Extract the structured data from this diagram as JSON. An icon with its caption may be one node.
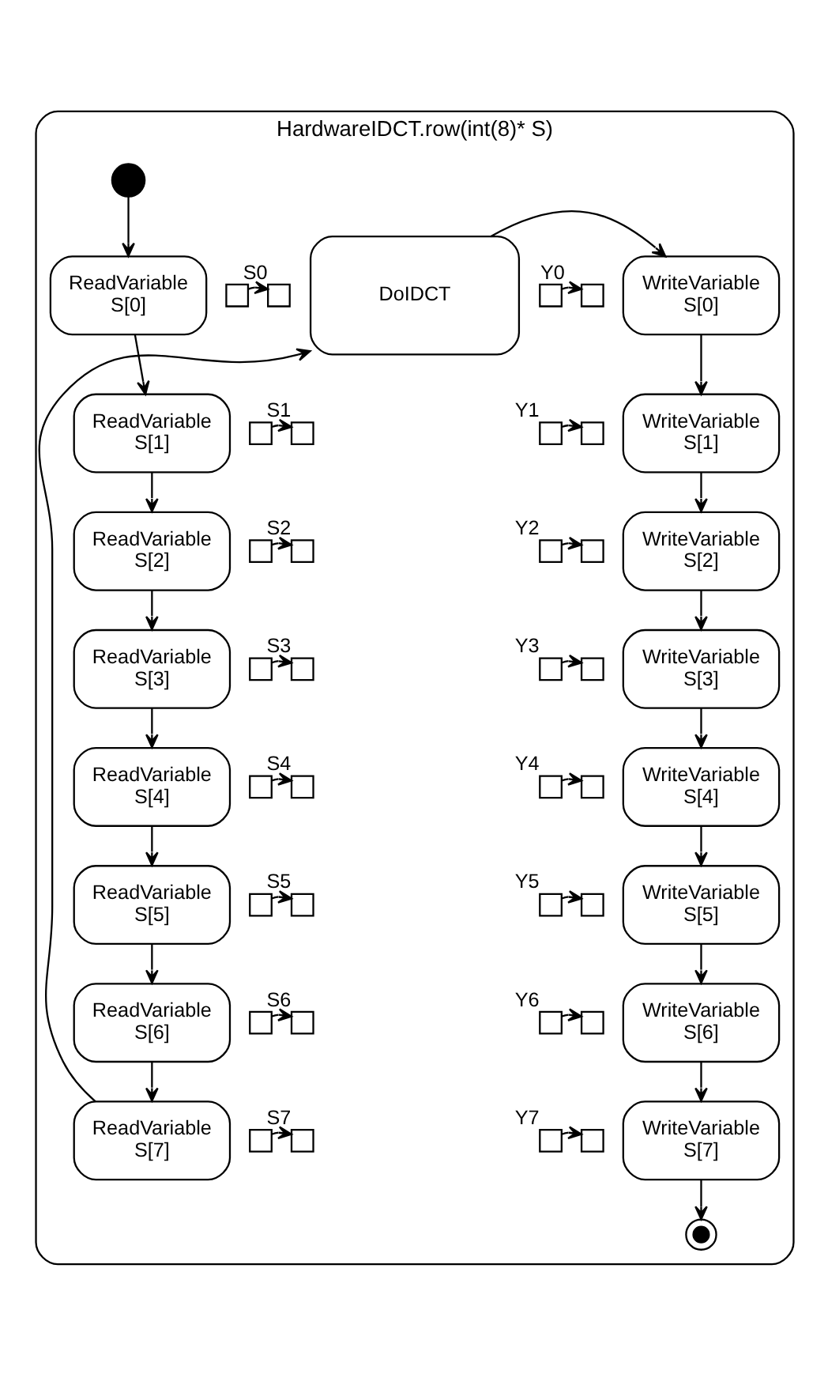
{
  "diagram": {
    "nodes": [
      {
        "text": [
          "HardwareIDCT.row(int(8)* S)"
        ]
      },
      {
        "text": [],
        "shape": "circle",
        "in": 0
      },
      {
        "text": [
          "ReadVariable",
          "S[0]"
        ],
        "in": 0
      },
      {
        "text": [
          "ReadVariable",
          "S[1]"
        ],
        "in": 0
      },
      {
        "text": [
          "ReadVariable",
          "S[2]"
        ],
        "in": 0
      },
      {
        "text": [
          "ReadVariable",
          "S[3]"
        ],
        "in": 0
      },
      {
        "text": [
          "ReadVariable",
          "S[4]"
        ],
        "in": 0
      },
      {
        "text": [
          "ReadVariable",
          "S[5]"
        ],
        "in": 0
      },
      {
        "text": [
          "ReadVariable",
          "S[6]"
        ],
        "in": 0
      },
      {
        "text": [
          "ReadVariable",
          "S[7]"
        ],
        "in": 0
      },
      {
        "text": [],
        "shape": "box",
        "in": 0
      },
      {
        "text": [],
        "shape": "box",
        "in": 0
      },
      {
        "text": [],
        "shape": "box",
        "in": 0
      },
      {
        "text": [],
        "shape": "box",
        "in": 0
      },
      {
        "text": [],
        "shape": "box",
        "in": 0
      },
      {
        "text": [],
        "shape": "box",
        "in": 0
      },
      {
        "text": [],
        "shape": "box",
        "in": 0
      },
      {
        "text": [],
        "shape": "box",
        "in": 0
      },
      {
        "text": [
          "DoIDCT"
        ],
        "in": 0
      },
      {
        "text": [],
        "shape": "box",
        "beside": [
          "S0"
        ],
        "in": 0
      },
      {
        "text": [],
        "shape": "box",
        "beside": [
          "S1"
        ],
        "in": 0
      },
      {
        "text": [],
        "shape": "box",
        "beside": [
          "S2"
        ],
        "in": 0
      },
      {
        "text": [],
        "shape": "box",
        "beside": [
          "S3"
        ],
        "in": 0
      },
      {
        "text": [],
        "shape": "box",
        "beside": [
          "S4"
        ],
        "in": 0
      },
      {
        "text": [],
        "shape": "box",
        "beside": [
          "S5"
        ],
        "in": 0
      },
      {
        "text": [],
        "shape": "box",
        "beside": [
          "S6"
        ],
        "in": 0
      },
      {
        "text": [],
        "shape": "box",
        "beside": [
          "S7"
        ],
        "in": 0
      },
      {
        "text": [],
        "shape": "box",
        "beside": [
          "Y0"
        ],
        "in": 0
      },
      {
        "text": [],
        "shape": "box",
        "beside": [
          "Y1"
        ],
        "in": 0
      },
      {
        "text": [],
        "shape": "box",
        "beside": [
          "Y2"
        ],
        "in": 0
      },
      {
        "text": [],
        "shape": "box",
        "beside": [
          "Y3"
        ],
        "in": 0
      },
      {
        "text": [],
        "shape": "box",
        "beside": [
          "Y4"
        ],
        "in": 0
      },
      {
        "text": [],
        "shape": "box",
        "beside": [
          "Y5"
        ],
        "in": 0
      },
      {
        "text": [],
        "shape": "box",
        "beside": [
          "Y6"
        ],
        "in": 0
      },
      {
        "text": [],
        "shape": "box",
        "beside": [
          "Y7"
        ],
        "in": 0
      },
      {
        "text": [],
        "shape": "box",
        "in": 0
      },
      {
        "text": [],
        "shape": "box",
        "in": 0
      },
      {
        "text": [],
        "shape": "box",
        "in": 0
      },
      {
        "text": [],
        "shape": "box",
        "in": 0
      },
      {
        "text": [],
        "shape": "box",
        "in": 0
      },
      {
        "text": [],
        "shape": "box",
        "in": 0
      },
      {
        "text": [],
        "shape": "box",
        "in": 0
      },
      {
        "text": [],
        "shape": "box",
        "in": 0
      },
      {
        "text": [
          "WriteVariable",
          "S[0]"
        ],
        "in": 0
      },
      {
        "text": [
          "WriteVariable",
          "S[1]"
        ],
        "in": 0
      },
      {
        "text": [
          "WriteVariable",
          "S[2]"
        ],
        "in": 0
      },
      {
        "text": [
          "WriteVariable",
          "S[3]"
        ],
        "in": 0
      },
      {
        "text": [
          "WriteVariable",
          "S[4]"
        ],
        "in": 0
      },
      {
        "text": [
          "WriteVariable",
          "S[5]"
        ],
        "in": 0
      },
      {
        "text": [
          "WriteVariable",
          "S[6]"
        ],
        "in": 0
      },
      {
        "text": [
          "WriteVariable",
          "S[7]"
        ],
        "in": 0
      },
      {
        "text": [],
        "shape": "circle",
        "in": 0
      }
    ],
    "edges": [
      {
        "from": 1,
        "to": 2,
        "arrow": "to"
      },
      {
        "from": 2,
        "to": 3,
        "arrow": "to"
      },
      {
        "from": 3,
        "to": 4,
        "arrow": "to"
      },
      {
        "from": 4,
        "to": 5,
        "arrow": "to"
      },
      {
        "from": 5,
        "to": 6,
        "arrow": "to"
      },
      {
        "from": 6,
        "to": 7,
        "arrow": "to"
      },
      {
        "from": 7,
        "to": 8,
        "arrow": "to"
      },
      {
        "from": 8,
        "to": 9,
        "arrow": "to"
      },
      {
        "from": 10,
        "to": 19,
        "arrow": "to"
      },
      {
        "from": 11,
        "to": 20,
        "arrow": "to"
      },
      {
        "from": 12,
        "to": 21,
        "arrow": "to"
      },
      {
        "from": 13,
        "to": 22,
        "arrow": "to"
      },
      {
        "from": 14,
        "to": 23,
        "arrow": "to"
      },
      {
        "from": 15,
        "to": 24,
        "arrow": "to"
      },
      {
        "from": 16,
        "to": 25,
        "arrow": "to"
      },
      {
        "from": 17,
        "to": 26,
        "arrow": "to"
      },
      {
        "from": 9,
        "to": 18,
        "arrow": "to"
      },
      {
        "from": 18,
        "to": 43,
        "arrow": "to"
      },
      {
        "from": 27,
        "to": 35,
        "arrow": "to"
      },
      {
        "from": 28,
        "to": 36,
        "arrow": "to"
      },
      {
        "from": 29,
        "to": 37,
        "arrow": "to"
      },
      {
        "from": 30,
        "to": 38,
        "arrow": "to"
      },
      {
        "from": 31,
        "to": 39,
        "arrow": "to"
      },
      {
        "from": 32,
        "to": 40,
        "arrow": "to"
      },
      {
        "from": 33,
        "to": 41,
        "arrow": "to"
      },
      {
        "from": 34,
        "to": 42,
        "arrow": "to"
      },
      {
        "from": 43,
        "to": 44,
        "arrow": "to"
      },
      {
        "from": 44,
        "to": 45,
        "arrow": "to"
      },
      {
        "from": 45,
        "to": 46,
        "arrow": "to"
      },
      {
        "from": 46,
        "to": 47,
        "arrow": "to"
      },
      {
        "from": 47,
        "to": 48,
        "arrow": "to"
      },
      {
        "from": 48,
        "to": 49,
        "arrow": "to"
      },
      {
        "from": 49,
        "to": 50,
        "arrow": "to"
      },
      {
        "from": 50,
        "to": 51,
        "arrow": "to"
      }
    ]
  }
}
